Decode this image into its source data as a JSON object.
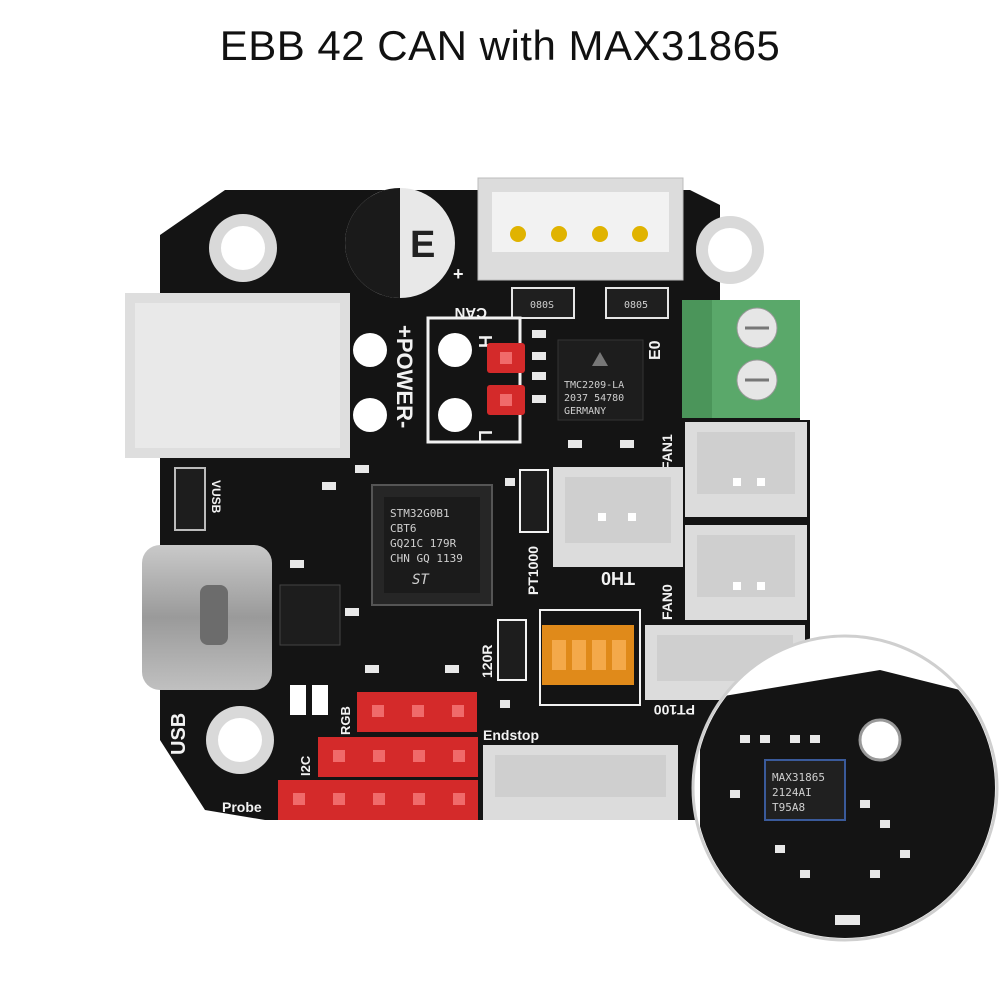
{
  "title": "EBB 42 CAN with MAX31865",
  "labels": {
    "can": "CAN",
    "power": "+POWER-",
    "e0": "E0",
    "fan1": "FAN1",
    "fan0": "FAN0",
    "th0": "TH0",
    "pt1000": "PT1000",
    "pt100": "PT100",
    "usb": "USB",
    "vusb": "VUSB",
    "rgb": "RGB",
    "i2c": "I2C",
    "probe": "Probe",
    "endstop": "Endstop",
    "r120": "120R",
    "cap_mark": "E",
    "cap_plus": "+",
    "res_a": "080S",
    "res_b": "0805",
    "h_mark": "H",
    "l_mark": "L"
  },
  "chips": {
    "mcu": [
      "STM32G0B1",
      "CBT6",
      "GQ21C 179R",
      "CHN GQ 1139"
    ],
    "mcu_logo": "ST",
    "driver": [
      "TMC2209-LA",
      "2037 54780",
      "GERMANY"
    ],
    "sensor": [
      "MAX31865",
      "2124AI",
      "T95A8"
    ]
  },
  "colors": {
    "board": "#141414",
    "pin_header": "#d42a2a",
    "terminal": "#5aa86a",
    "connector": "#e2e2e2",
    "dip_switch": "#e08a1a"
  }
}
